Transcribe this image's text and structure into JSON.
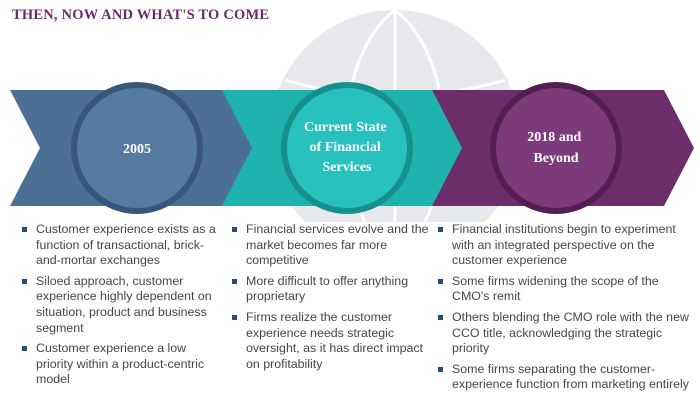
{
  "title": "THEN, NOW AND WHAT'S TO COME",
  "colors": {
    "title": "#6b2a6b",
    "bullet": "#2d4a7a",
    "text": "#44444f",
    "globe": "#e8e9ec",
    "arrow1": "#4b6f95",
    "arrow1_dark": "#36577a",
    "circle1": "#557ba1",
    "arrow2": "#1fb3b0",
    "arrow2_dark": "#15908d",
    "circle2": "#29c1bd",
    "arrow3": "#6b2e6a",
    "arrow3_dark": "#531f52",
    "circle3": "#7d3a7b"
  },
  "stages": [
    {
      "label_lines": [
        "2005"
      ],
      "bullets": [
        "Customer experience exists as a function of transactional, brick-and-mortar exchanges",
        "Siloed approach, customer experience highly dependent on situation, product and business segment",
        "Customer experience a low priority within a product-centric model"
      ]
    },
    {
      "label_lines": [
        "Current State",
        "of Financial",
        "Services"
      ],
      "bullets": [
        "Financial services evolve and the market becomes far more competitive",
        "More difficult to offer anything proprietary",
        "Firms realize the customer experience needs strategic oversight, as it has direct impact on profitability"
      ]
    },
    {
      "label_lines": [
        "2018 and",
        "Beyond"
      ],
      "bullets": [
        "Financial institutions begin to experiment with an integrated perspective on the customer experience",
        "Some firms widening the scope of the CMO's remit",
        "Others blending the CMO role with the new CCO title, acknowledging the strategic priority",
        "Some firms separating the customer-experience function from marketing entirely"
      ]
    }
  ]
}
